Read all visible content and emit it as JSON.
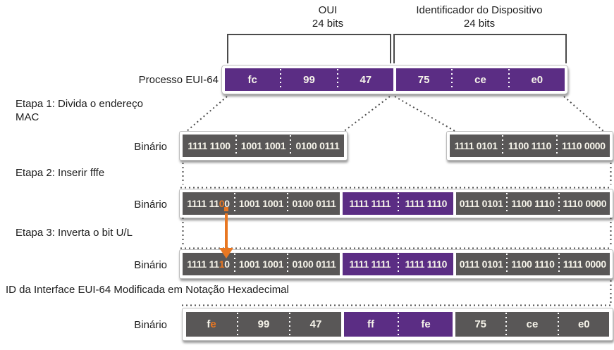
{
  "colors": {
    "purple": "#5b2d84",
    "gray": "#595757",
    "orange": "#e87722",
    "textlight": "#f6f4ea",
    "line": "#4b4b4b",
    "label": "#1c1c1c"
  },
  "header": {
    "oui_title": "OUI",
    "oui_bits": "24 bits",
    "device_title": "Identificador do Dispositivo",
    "device_bits": "24 bits"
  },
  "process_row": {
    "label": "Processo EUI-64",
    "cells": [
      "fc",
      "99",
      "47",
      "75",
      "ce",
      "e0"
    ]
  },
  "step1": {
    "title_line1": "Etapa 1: Divida o endereço",
    "title_line2": "MAC",
    "row_label": "Binário",
    "left_groups": [
      "1111 1100",
      "1001 1001",
      "0100 0111"
    ],
    "right_groups": [
      "1111 0101",
      "1100 1110",
      "1110 0000"
    ]
  },
  "step2": {
    "title": "Etapa 2: Inserir fffe",
    "row_label": "Binário",
    "oui_group1_prefix": "1111 11",
    "oui_group1_highlight": "0",
    "oui_group1_suffix": "0",
    "oui_groups_rest": [
      "1001 1001",
      "0100 0111"
    ],
    "inserted_groups": [
      "1111 1111",
      "1111 1110"
    ],
    "device_groups": [
      "0111 0101",
      "1100 1110",
      "1110 0000"
    ]
  },
  "step3": {
    "title": "Etapa 3: Inverta o bit U/L",
    "row_label": "Binário",
    "oui_group1_prefix": "1111 11",
    "oui_group1_highlight": "1",
    "oui_group1_suffix": "0",
    "oui_groups_rest": [
      "1001 1001",
      "0100 0111"
    ],
    "inserted_groups": [
      "1111 1111",
      "1111 1110"
    ],
    "device_groups": [
      "0111 0101",
      "1100 1110",
      "1111 0000"
    ]
  },
  "result": {
    "title": "ID da Interface EUI-64 Modificada em Notação Hexadecimal",
    "row_label": "Binário",
    "cell1_prefix": "f",
    "cell1_highlight": "e",
    "gray1_rest": [
      "99",
      "47"
    ],
    "purple_cells": [
      "ff",
      "fe"
    ],
    "gray2_cells": [
      "75",
      "ce",
      "e0"
    ]
  }
}
